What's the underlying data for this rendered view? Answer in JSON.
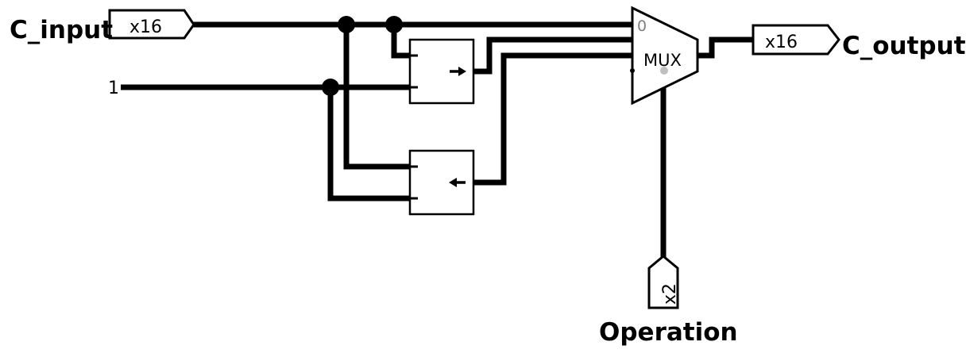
{
  "inputs": {
    "c_input": {
      "label": "C_input",
      "width_tag": "x16"
    },
    "constant": {
      "value": "1"
    },
    "operation": {
      "label": "Operation",
      "width_tag": "x2"
    }
  },
  "outputs": {
    "c_output": {
      "label": "C_output",
      "width_tag": "x16"
    }
  },
  "mux": {
    "label": "MUX",
    "select_zero_label": "0"
  },
  "shifters": [
    {
      "name": "shift-right",
      "arrow_icon": "right-arrow-icon"
    },
    {
      "name": "shift-left",
      "arrow_icon": "left-arrow-icon"
    }
  ],
  "colors": {
    "wire": "#000000",
    "background": "#ffffff",
    "dim_text": "#808080",
    "dim_dot": "#bfbfbf"
  }
}
